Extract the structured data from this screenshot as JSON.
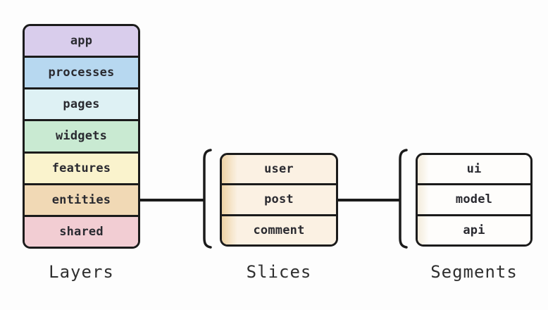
{
  "theme": {
    "background": "#fdfdfd",
    "line_color": "#1b1b1b",
    "row_text_color": "#2a2a30",
    "label_text_color": "#2f2f2f"
  },
  "layers": {
    "label": "Layers",
    "rows": [
      {
        "label": "app",
        "color": "#d9cdec"
      },
      {
        "label": "processes",
        "color": "#b7d8f0"
      },
      {
        "label": "pages",
        "color": "#def1f4"
      },
      {
        "label": "widgets",
        "color": "#c9ead2"
      },
      {
        "label": "features",
        "color": "#faf3cd"
      },
      {
        "label": "entities",
        "color": "#f1d9b5"
      },
      {
        "label": "shared",
        "color": "#f2cdd3"
      }
    ]
  },
  "slices": {
    "label": "Slices",
    "row_background": "linear-gradient(90deg, #eed3a5 0px, #fbf1e3 22px)",
    "rows": [
      {
        "label": "user"
      },
      {
        "label": "post"
      },
      {
        "label": "comment"
      }
    ]
  },
  "segments": {
    "label": "Segments",
    "row_background": "linear-gradient(90deg, #f4ecdc 0px, #fefdfb 16px)",
    "rows": [
      {
        "label": "ui"
      },
      {
        "label": "model"
      },
      {
        "label": "api"
      }
    ]
  }
}
